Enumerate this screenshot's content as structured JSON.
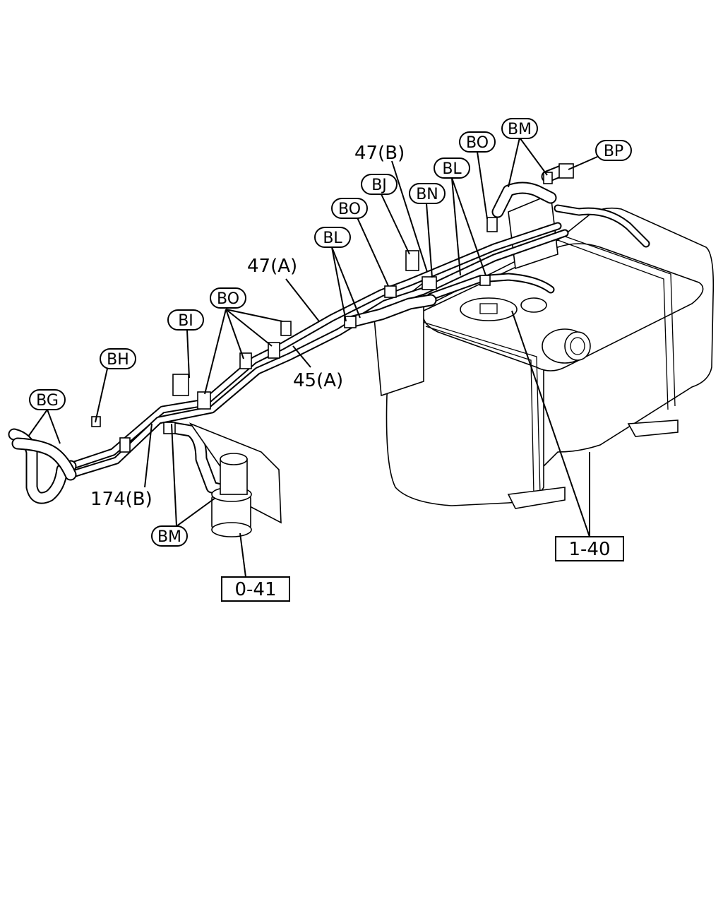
{
  "callouts": {
    "bg": "BG",
    "bh": "BH",
    "bi": "BI",
    "bo1": "BO",
    "bl1": "BL",
    "bo2": "BO",
    "bj": "BJ",
    "bn": "BN",
    "bl2": "BL",
    "bo3": "BO",
    "bm1": "BM",
    "bp": "BP",
    "bm2": "BM"
  },
  "part_labels": {
    "p47b": "47(B)",
    "p47a": "47(A)",
    "p45a": "45(A)",
    "p174b": "174(B)"
  },
  "references": {
    "r140": "1-40",
    "r041": "0-41"
  }
}
